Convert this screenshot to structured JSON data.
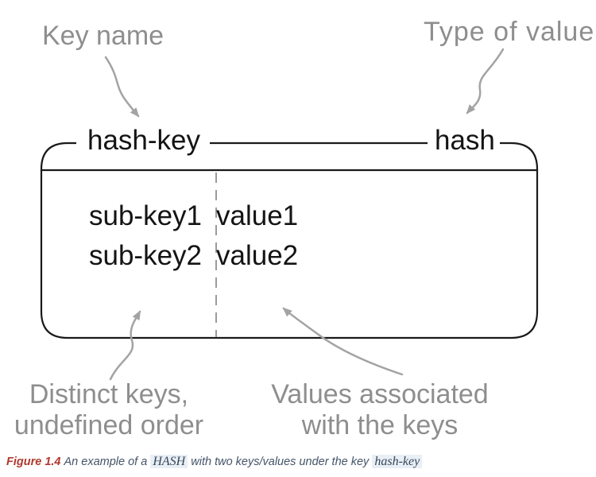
{
  "annotations": {
    "key_name": "Key name",
    "type_of_value": "Type of value",
    "distinct_keys": {
      "line1": "Distinct keys,",
      "line2": "undefined order"
    },
    "values_assoc": {
      "line1": "Values associated",
      "line2": "with the keys"
    }
  },
  "box": {
    "key_label": "hash-key",
    "type_label": "hash",
    "rows": [
      {
        "key": "sub-key1",
        "value": "value1"
      },
      {
        "key": "sub-key2",
        "value": "value2"
      }
    ]
  },
  "caption": {
    "label": "Figure 1.4",
    "text1": "An example of a",
    "code1": "HASH",
    "text2": "with two keys/values under the key",
    "code2": "hash-key"
  },
  "colors": {
    "annotation_gray": "#8e8e8e",
    "arrow_gray": "#a3a3a3",
    "box_border": "#1a1a1a",
    "dashed_divider": "#9b9b9b",
    "caption_label_red": "#b0392e",
    "caption_text": "#44546a",
    "code_highlight_bg": "#e9eff5",
    "code_text": "#33475b"
  }
}
